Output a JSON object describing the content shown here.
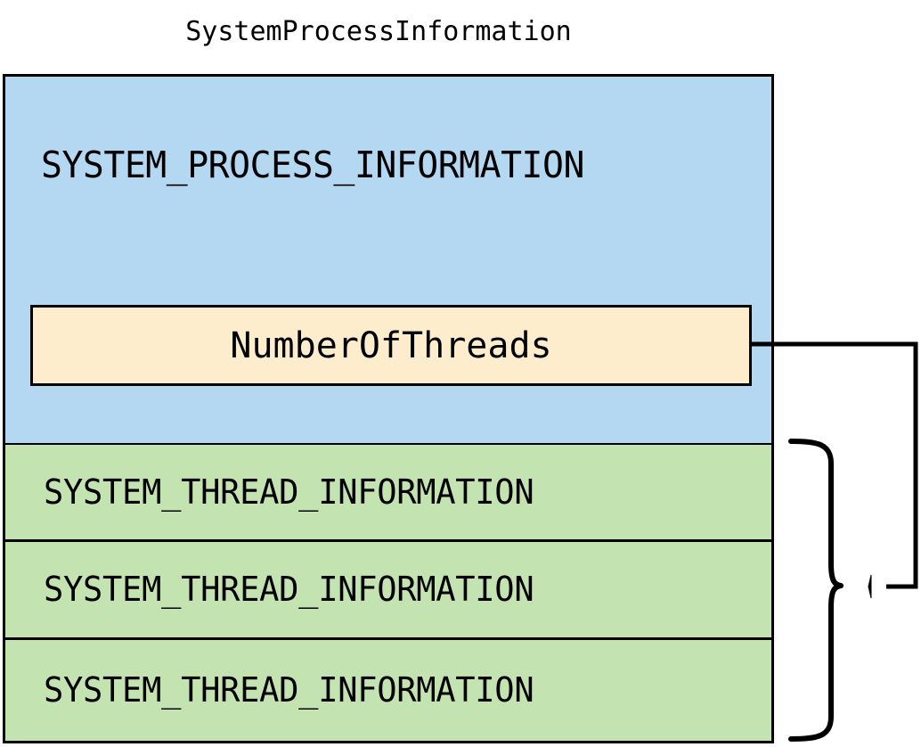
{
  "diagram": {
    "title": "SystemProcessInformation",
    "type": "memory-layout-diagram",
    "process_block": {
      "label": "SYSTEM_PROCESS_INFORMATION",
      "fill_color": "#b4d7f2",
      "border_color": "#000000",
      "field": {
        "label": "NumberOfThreads",
        "fill_color": "#fdedcc",
        "border_color": "#000000"
      }
    },
    "thread_blocks": [
      {
        "label": "SYSTEM_THREAD_INFORMATION",
        "fill_color": "#c3e3b0"
      },
      {
        "label": "SYSTEM_THREAD_INFORMATION",
        "fill_color": "#c3e3b0"
      },
      {
        "label": "SYSTEM_THREAD_INFORMATION",
        "fill_color": "#c3e3b0"
      }
    ],
    "connector": {
      "description": "arrow from NumberOfThreads field to brace grouping the thread blocks",
      "line_color": "#000000",
      "arrow_direction": "left"
    },
    "brace": {
      "description": "curly brace spanning the three SYSTEM_THREAD_INFORMATION blocks",
      "line_color": "#000000"
    }
  }
}
